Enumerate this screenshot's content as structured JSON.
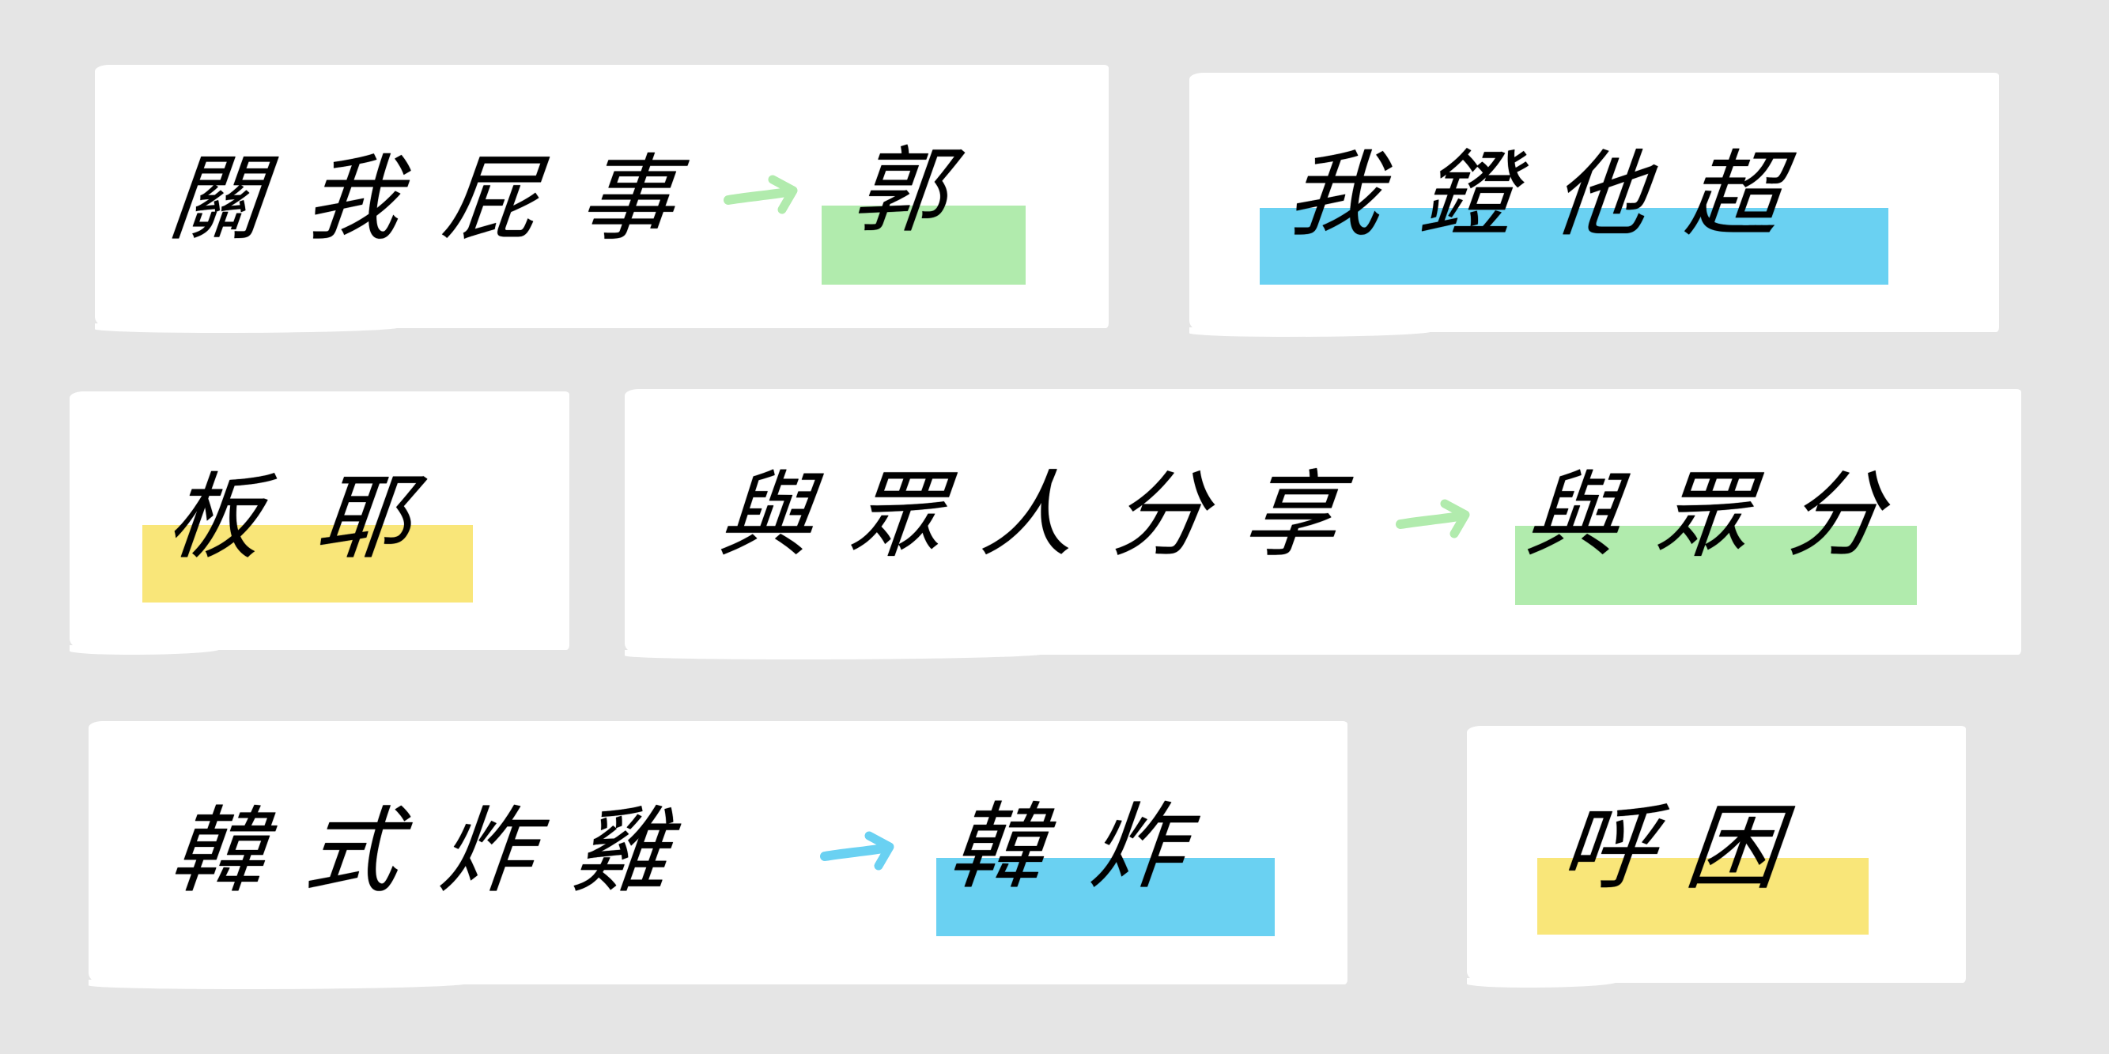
{
  "background_color": "#e5e5e5",
  "colors": {
    "green": "#b1ebad",
    "blue": "#6ad1f2",
    "yellow": "#f9e679",
    "card": "#ffffff",
    "ink": "#000000"
  },
  "cards": [
    {
      "phrase": "關我屁事",
      "arrow": "green",
      "abbreviation": "郭",
      "highlight": "green"
    },
    {
      "phrase": "我鐙他超",
      "arrow": null,
      "abbreviation": null,
      "highlight": "blue"
    },
    {
      "phrase": "板耶",
      "arrow": null,
      "abbreviation": null,
      "highlight": "yellow"
    },
    {
      "phrase": "與眾人分享",
      "arrow": "green",
      "abbreviation": "與眾分",
      "highlight": "green"
    },
    {
      "phrase": "韓式炸雞",
      "arrow": "blue",
      "abbreviation": "韓炸",
      "highlight": "blue"
    },
    {
      "phrase": "呼困",
      "arrow": null,
      "abbreviation": null,
      "highlight": "yellow"
    }
  ],
  "icons": {
    "arrow": "right-arrow-brush"
  }
}
